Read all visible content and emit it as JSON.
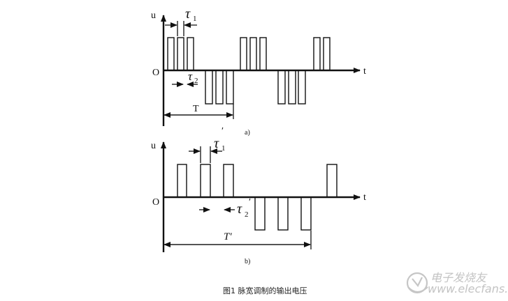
{
  "colors": {
    "ink": "#111111",
    "background": "#ffffff",
    "watermark": "#b9b9b9"
  },
  "diagram_a": {
    "axis_u": "u",
    "axis_t": "t",
    "origin": "O",
    "tau1": "τ",
    "tau1_sub": "1",
    "tau2": "τ",
    "tau2_sub": "2",
    "period": "T",
    "sublabel": "a)"
  },
  "diagram_b": {
    "axis_u": "u",
    "axis_t": "t",
    "origin": "O",
    "tau1": "τ",
    "tau1_sub": "1",
    "tau1_prime": "′",
    "tau2": "τ",
    "tau2_sub": "2",
    "tau2_prime": "′",
    "period": "T′",
    "sublabel": "b)"
  },
  "caption": "图1 脉宽调制的输出电压",
  "watermark": {
    "text": "电子发烧友",
    "url": "www.elecfans.com"
  }
}
